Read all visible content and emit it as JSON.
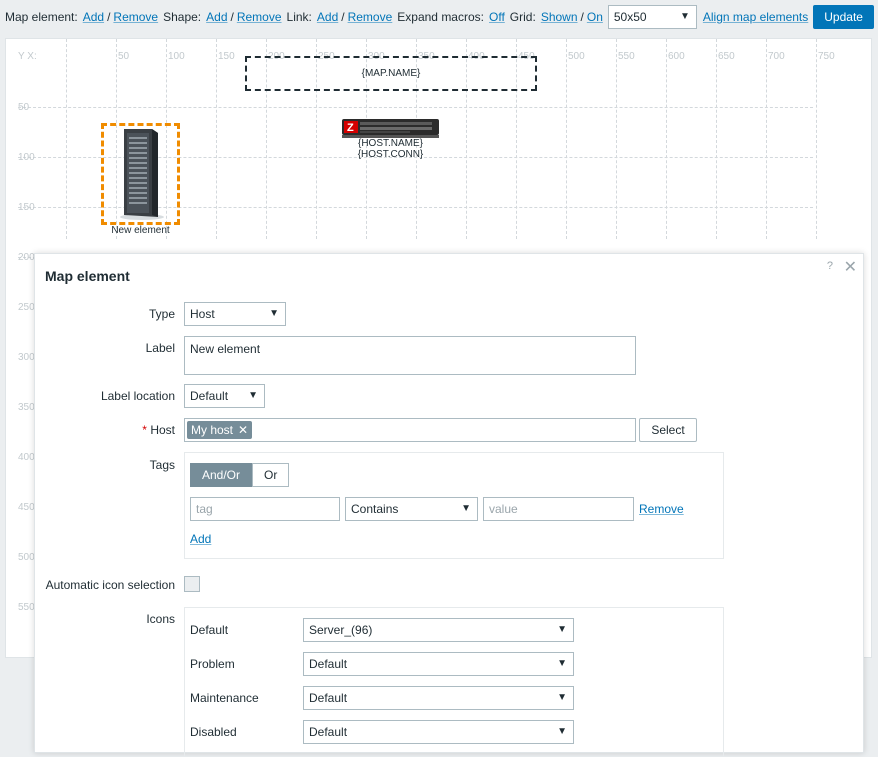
{
  "toolbar": {
    "map_element_label": "Map element:",
    "shape_label": "Shape:",
    "link_label": "Link:",
    "add": "Add",
    "remove": "Remove",
    "slash": "/",
    "expand_macros_label": "Expand macros:",
    "expand_macros_value": "Off",
    "grid_label": "Grid:",
    "grid_shown": "Shown",
    "grid_on": "On",
    "grid_size": "50x50",
    "align": "Align map elements",
    "update": "Update"
  },
  "map": {
    "axis_corner": "Y X:",
    "x_ticks": [
      "50",
      "100",
      "150",
      "200",
      "250",
      "300",
      "350",
      "400",
      "450",
      "500",
      "550",
      "600",
      "650",
      "700",
      "750"
    ],
    "y_ticks": [
      "50",
      "100",
      "150",
      "200",
      "250",
      "300",
      "350",
      "400",
      "450",
      "500",
      "550"
    ],
    "map_name": "{MAP.NAME}",
    "host_name": "{HOST.NAME}",
    "host_conn": "{HOST.CONN}",
    "new_element_label": "New element",
    "server_letter": "Z"
  },
  "dialog": {
    "title": "Map element",
    "help": "?",
    "close": "✕",
    "type_label": "Type",
    "type_value": "Host",
    "label_label": "Label",
    "label_value": "New element",
    "label_location_label": "Label location",
    "label_location_value": "Default",
    "host_required": "*",
    "host_label": "Host",
    "host_chip": "My host",
    "host_chip_x": "✕",
    "select": "Select",
    "tags_label": "Tags",
    "tags_andor": "And/Or",
    "tags_or": "Or",
    "tag_placeholder": "tag",
    "operator": "Contains",
    "value_placeholder": "value",
    "remove": "Remove",
    "add": "Add",
    "auto_icon_label": "Automatic icon selection",
    "icons_label": "Icons",
    "icons": [
      {
        "label": "Default",
        "value": "Server_(96)"
      },
      {
        "label": "Problem",
        "value": "Default"
      },
      {
        "label": "Maintenance",
        "value": "Default"
      },
      {
        "label": "Disabled",
        "value": "Default"
      }
    ]
  },
  "colors": {
    "link": "#0275b8",
    "selection": "#f08c00",
    "chip": "#768d99",
    "zabbix_red": "#d40000"
  }
}
